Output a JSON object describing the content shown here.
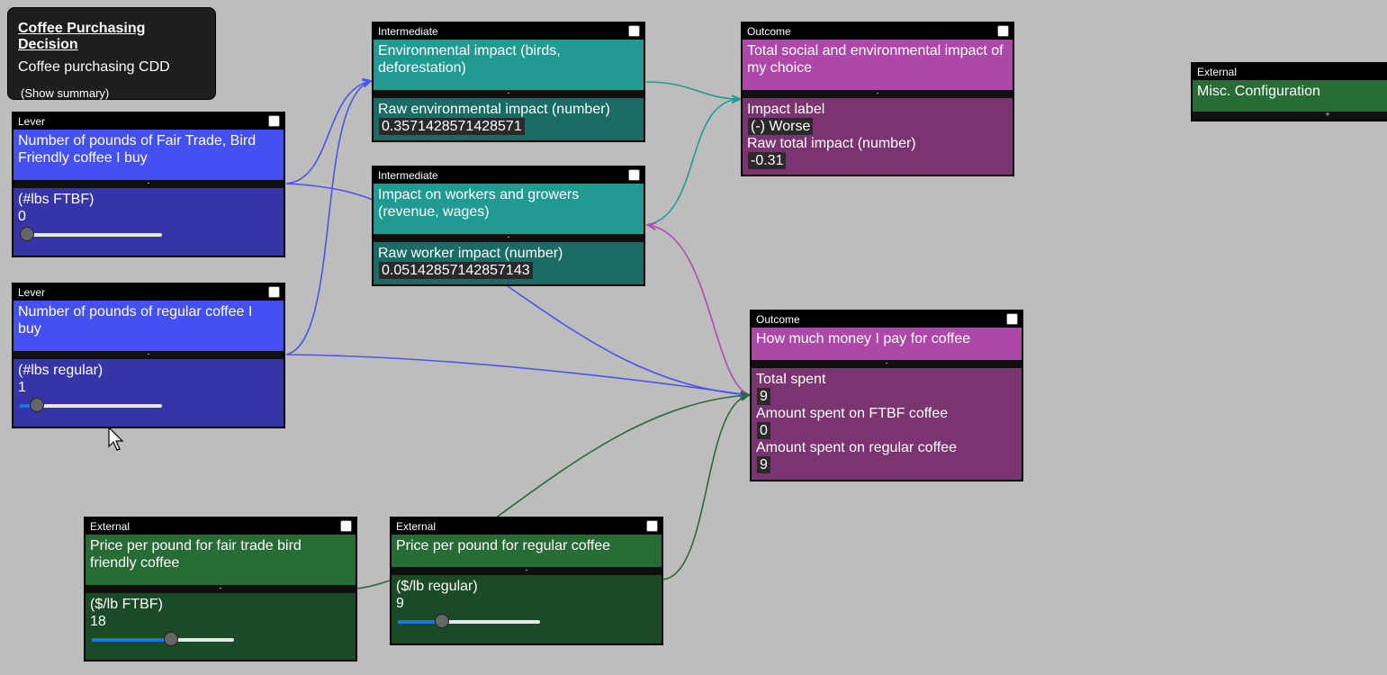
{
  "summary": {
    "title": "Coffee Purchasing Decision",
    "subtitle": "Coffee purchasing CDD",
    "show_summary": "(Show summary)"
  },
  "nodes": {
    "lever_ftbf": {
      "type": "Lever",
      "name": "Number of pounds of Fair Trade, Bird Friendly coffee I buy",
      "collapse": "-",
      "var_label": "(#lbs FTBF)",
      "value": "0",
      "slider_fraction": 0.0
    },
    "lever_regular": {
      "type": "Lever",
      "name": "Number of pounds of regular coffee I buy",
      "collapse": "-",
      "var_label": "(#lbs regular)",
      "value": "1",
      "slider_fraction": 0.08
    },
    "inter_env": {
      "type": "Intermediate",
      "name": "Environmental impact (birds, deforestation)",
      "collapse": "-",
      "output_label": "Raw environmental impact (number)",
      "output_value": "0.3571428571428571"
    },
    "inter_workers": {
      "type": "Intermediate",
      "name": "Impact on workers and growers (revenue, wages)",
      "collapse": "-",
      "output_label": "Raw worker impact (number)",
      "output_value": "0.05142857142857143"
    },
    "outcome_impact": {
      "type": "Outcome",
      "name": "Total social and environmental impact of my choice",
      "collapse": "-",
      "out1_label": "Impact label",
      "out1_value": "(-) Worse",
      "out2_label": "Raw total impact (number)",
      "out2_value": "-0.31"
    },
    "outcome_money": {
      "type": "Outcome",
      "name": "How much money I pay for coffee",
      "collapse": "-",
      "out1_label": "Total spent",
      "out1_value": "9",
      "out2_label": "Amount spent on FTBF coffee",
      "out2_value": "0",
      "out3_label": "Amount spent on regular coffee",
      "out3_value": "9"
    },
    "ext_misc": {
      "type": "External",
      "name": "Misc. Configuration",
      "collapse": "+"
    },
    "ext_price_ftbf": {
      "type": "External",
      "name": "Price per pound for fair trade bird friendly coffee",
      "collapse": "-",
      "var_label": "($/lb FTBF)",
      "value": "18",
      "slider_fraction": 0.58
    },
    "ext_price_regular": {
      "type": "External",
      "name": "Price per pound for regular coffee",
      "collapse": "-",
      "var_label": "($/lb regular)",
      "value": "9",
      "slider_fraction": 0.3
    }
  },
  "colors": {
    "edge_blue": "#4a55e8",
    "edge_teal": "#219a91",
    "edge_magenta": "#b548b0",
    "edge_green": "#2a6a3a"
  }
}
